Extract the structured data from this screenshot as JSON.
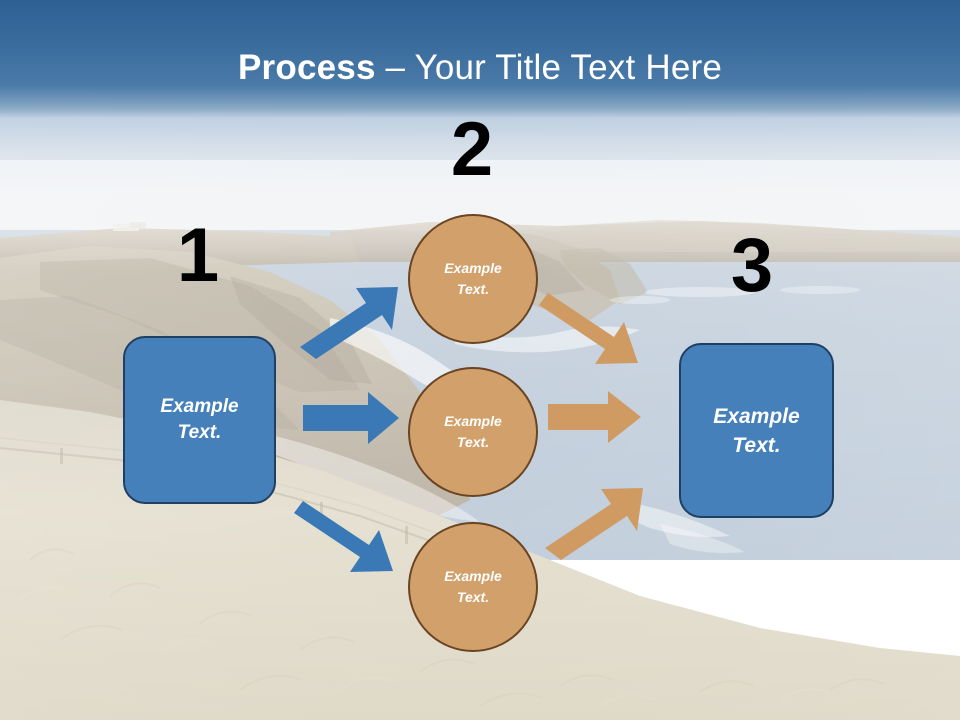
{
  "slide": {
    "title_bold": "Process",
    "title_separator": " – ",
    "title_rest": "Your Title Text Here",
    "background": "coastal-cliff-photo"
  },
  "colors": {
    "title_band_blue": "#3b6d9e",
    "box_fill": "#4580bb",
    "box_border": "#1f3f63",
    "circle_fill": "#d2a06b",
    "circle_border": "#6b4421",
    "arrow_blue": "#3a79b5",
    "arrow_orange": "#d09b63",
    "number_black": "#000000",
    "shape_text": "#ffffff"
  },
  "steps": [
    {
      "number": "1",
      "name": "input-stage"
    },
    {
      "number": "2",
      "name": "branch-stage"
    },
    {
      "number": "3",
      "name": "output-stage"
    }
  ],
  "shapes": {
    "start_box": {
      "line1": "Example",
      "line2": "Text."
    },
    "circle_top": {
      "line1": "Example",
      "line2": "Text."
    },
    "circle_middle": {
      "line1": "Example",
      "line2": "Text."
    },
    "circle_bottom": {
      "line1": "Example",
      "line2": "Text."
    },
    "end_box": {
      "line1": "Example",
      "line2": "Text."
    }
  },
  "arrows": [
    {
      "name": "arrow-start-to-top",
      "color": "#3a79b5",
      "direction": "up-right"
    },
    {
      "name": "arrow-start-to-middle",
      "color": "#3a79b5",
      "direction": "right"
    },
    {
      "name": "arrow-start-to-bottom",
      "color": "#3a79b5",
      "direction": "down-right"
    },
    {
      "name": "arrow-top-to-end",
      "color": "#d09b63",
      "direction": "down-right"
    },
    {
      "name": "arrow-middle-to-end",
      "color": "#d09b63",
      "direction": "right"
    },
    {
      "name": "arrow-bottom-to-end",
      "color": "#d09b63",
      "direction": "up-right"
    }
  ]
}
